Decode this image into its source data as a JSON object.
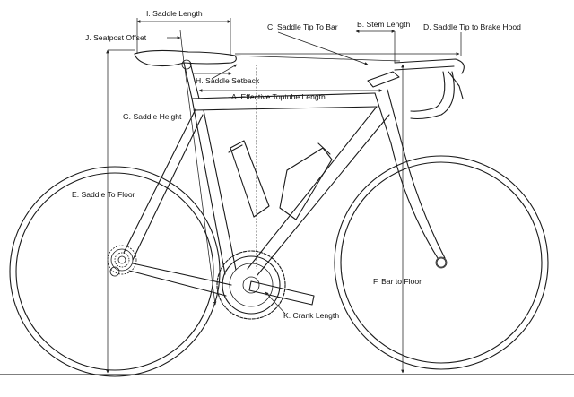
{
  "labels": {
    "saddle_length": "I. Saddle Length",
    "seatpost_offset": "J.  Seatpost Offset",
    "saddle_tip_to_bar": "C.  Saddle Tip To Bar",
    "stem_length": "B. Stem Length",
    "saddle_tip_to_brake_hood": "D. Saddle Tip to Brake Hood",
    "saddle_setback": "H. Saddle Setback",
    "effective_toptube_length": "A. Effective Toptube Length",
    "saddle_height": "G. Saddle Height",
    "saddle_to_floor": "E. Saddle To Floor",
    "bar_to_floor": "F. Bar to Floor",
    "crank_length": "K. Crank Length"
  },
  "colors": {
    "line": "#1a1a1a",
    "background": "#ffffff"
  }
}
